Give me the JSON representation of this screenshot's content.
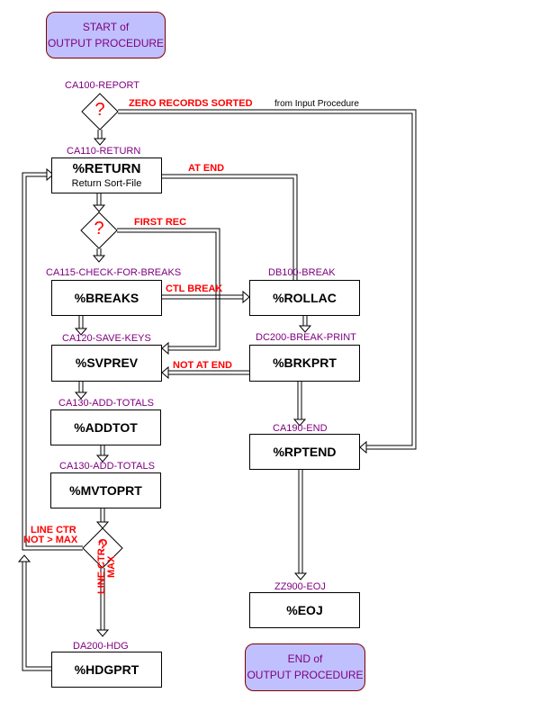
{
  "start": {
    "line1": "START of",
    "line2": "OUTPUT PROCEDURE"
  },
  "end": {
    "line1": "END of",
    "line2": "OUTPUT PROCEDURE"
  },
  "decision_glyph": "?",
  "nodes": {
    "ca100": {
      "label": "CA100-REPORT"
    },
    "ca110": {
      "label": "CA110-RETURN",
      "title": "%RETURN",
      "sub": "Return Sort-File"
    },
    "ca115": {
      "label": "CA115-CHECK-FOR-BREAKS",
      "title": "%BREAKS"
    },
    "ca120": {
      "label": "CA120-SAVE-KEYS",
      "title": "%SVPREV"
    },
    "ca130a": {
      "label": "CA130-ADD-TOTALS",
      "title": "%ADDTOT"
    },
    "ca130b": {
      "label": "CA130-ADD-TOTALS",
      "title": "%MVTOPRT"
    },
    "da200": {
      "label": "DA200-HDG",
      "title": "%HDGPRT"
    },
    "db100": {
      "label": "DB100-BREAK",
      "title": "%ROLLAC"
    },
    "dc200": {
      "label": "DC200-BREAK-PRINT",
      "title": "%BRKPRT"
    },
    "ca190": {
      "label": "CA190-END",
      "title": "%RPTEND"
    },
    "zz900": {
      "label": "ZZ900-EOJ",
      "title": "%EOJ"
    }
  },
  "conditions": {
    "zero_records": "ZERO RECORDS SORTED",
    "zero_records_note": "from Input Procedure",
    "at_end": "AT END",
    "first_rec": "FIRST REC",
    "ctl_break": "CTL BREAK",
    "not_at_end": "NOT AT END",
    "line_ctr_not_max_1": "LINE CTR",
    "line_ctr_not_max_2": "NOT > MAX",
    "line_ctr_max_1": "LINE CTR >",
    "line_ctr_max_2": "MAX"
  },
  "colors": {
    "terminal_fill": "#c0c0ff",
    "label": "#800080",
    "condition": "#ff0000"
  }
}
